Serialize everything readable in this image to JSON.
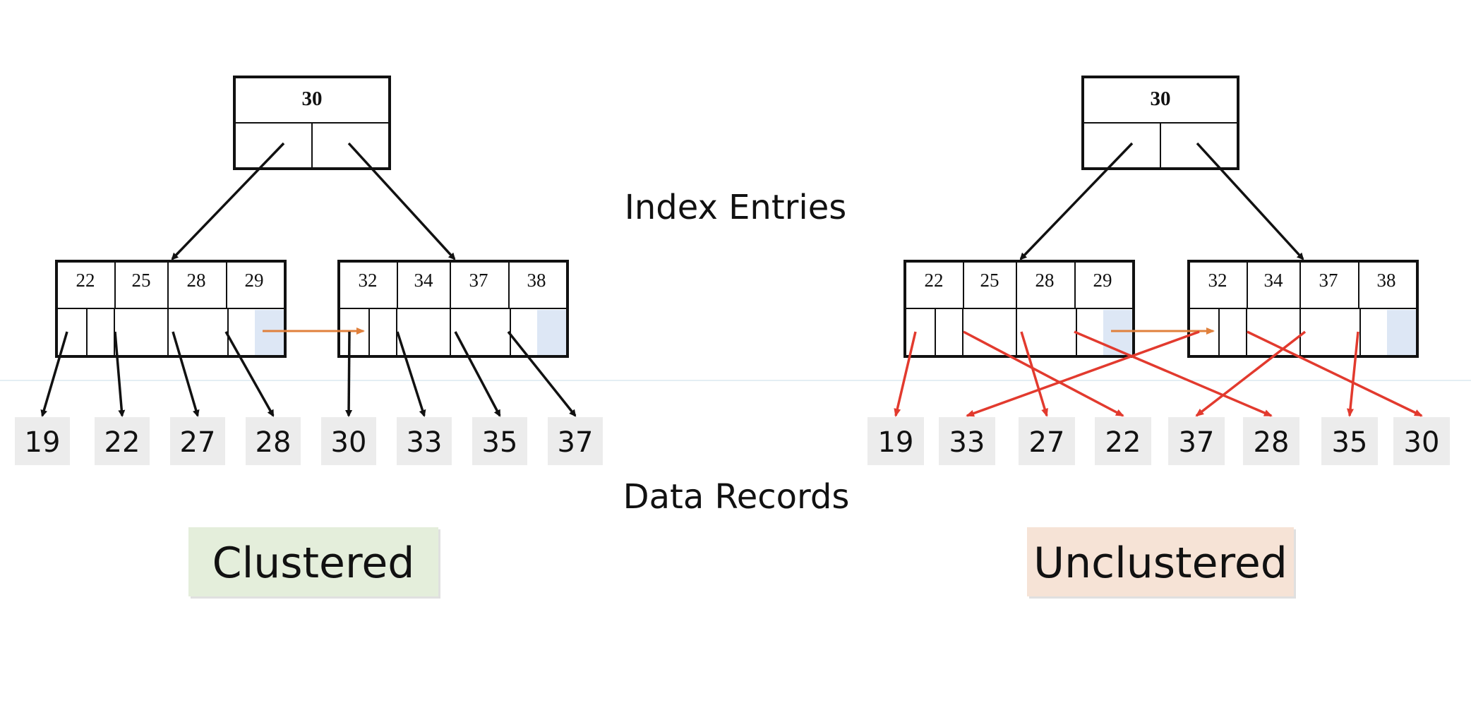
{
  "labels": {
    "index_entries": "Index Entries",
    "data_records": "Data Records"
  },
  "colors": {
    "black_arrow": "#111111",
    "red_arrow": "#e23a2e",
    "link_arrow": "#e0803c",
    "pointer_cell_fill": "#dde7f5",
    "record_fill": "#ececec",
    "clustered_fill": "#e4eedb",
    "unclustered_fill": "#f6e3d6"
  },
  "trees": [
    {
      "caption": "Clustered",
      "root_key": "30",
      "leaves": [
        {
          "keys": [
            "22",
            "25",
            "28",
            "29"
          ]
        },
        {
          "keys": [
            "32",
            "34",
            "37",
            "38"
          ]
        }
      ],
      "records": [
        "19",
        "22",
        "27",
        "28",
        "30",
        "33",
        "35",
        "37"
      ],
      "pointer_targets": [
        0,
        1,
        2,
        3,
        4,
        5,
        6,
        7
      ]
    },
    {
      "caption": "Unclustered",
      "root_key": "30",
      "leaves": [
        {
          "keys": [
            "22",
            "25",
            "28",
            "29"
          ]
        },
        {
          "keys": [
            "32",
            "34",
            "37",
            "38"
          ]
        }
      ],
      "records": [
        "19",
        "33",
        "27",
        "22",
        "37",
        "28",
        "35",
        "30"
      ],
      "pointer_targets": [
        0,
        3,
        2,
        5,
        1,
        7,
        4,
        6
      ]
    }
  ]
}
